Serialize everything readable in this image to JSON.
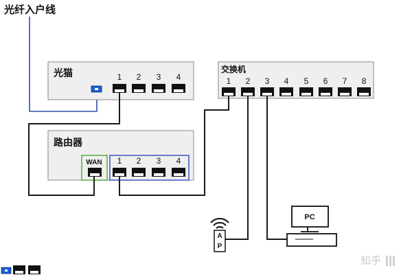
{
  "fiber_label": "光纤入户线",
  "modem": {
    "title": "光猫",
    "ports": [
      "1",
      "2",
      "3",
      "4"
    ]
  },
  "router": {
    "title": "路由器",
    "wan_label": "WAN",
    "lan_ports": [
      "1",
      "2",
      "3",
      "4"
    ]
  },
  "switch": {
    "title": "交换机",
    "ports": [
      "1",
      "2",
      "3",
      "4",
      "5",
      "6",
      "7",
      "8"
    ]
  },
  "ap": {
    "letters": [
      "A",
      "P"
    ]
  },
  "pc": {
    "label": "PC"
  },
  "watermark": "知乎",
  "colors": {
    "fiber_line": "#2b4fa8",
    "device_fill": "#efefef",
    "device_stroke": "#8a8a8a",
    "wan_highlight": "#52b040",
    "lan_highlight": "#3c55c4",
    "cable": "#1a1a1a"
  }
}
